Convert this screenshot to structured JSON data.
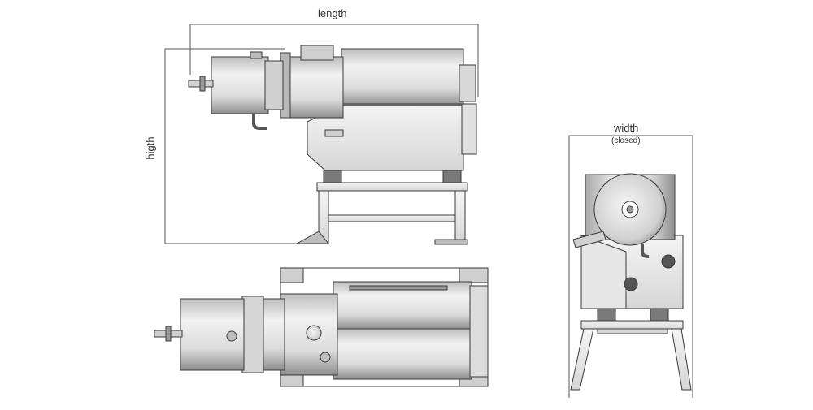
{
  "labels": {
    "length": "length",
    "height": "higth",
    "width": "width",
    "width_note": "(closed)"
  },
  "colors": {
    "line": "#333333",
    "metal_light": "#e8e8e8",
    "metal_mid": "#c9c9c9",
    "metal_dark": "#8a8a8a",
    "background": "#ffffff"
  },
  "views": [
    {
      "name": "side-elevation-view"
    },
    {
      "name": "top-plan-view"
    },
    {
      "name": "end-elevation-view"
    }
  ]
}
